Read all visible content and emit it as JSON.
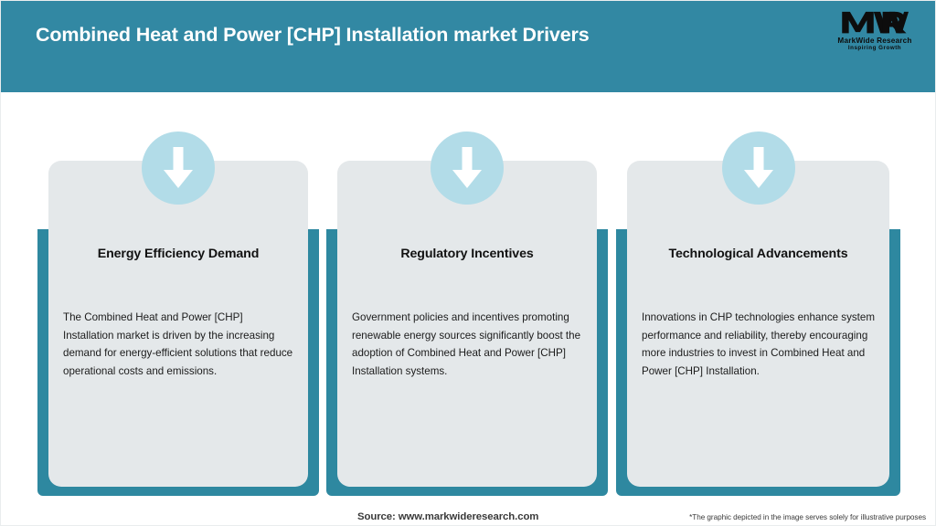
{
  "header": {
    "title": "Combined Heat and Power [CHP] Installation market Drivers",
    "background_color": "#3288a3",
    "title_color": "#ffffff"
  },
  "logo": {
    "mark_text": "MWR",
    "company_name": "MarkWide Research",
    "tagline": "Inspiring Growth",
    "icon": "mwr-logo-icon"
  },
  "theme": {
    "accent_teal": "#2e88a0",
    "card_background": "#e4e8ea",
    "circle_blue": "#b2dce8",
    "arrow_white": "#ffffff",
    "page_background": "#ffffff"
  },
  "cards": [
    {
      "title": "Energy Efficiency Demand",
      "body": "The Combined Heat and Power [CHP] Installation market is driven by the increasing demand for energy-efficient solutions that reduce operational costs and emissions.",
      "icon": "arrow-down-icon"
    },
    {
      "title": "Regulatory Incentives",
      "body": "Government policies and incentives promoting renewable energy sources significantly boost the adoption of Combined Heat and Power [CHP] Installation systems.",
      "icon": "arrow-down-icon"
    },
    {
      "title": "Technological Advancements",
      "body": "Innovations in CHP technologies enhance system performance and reliability, thereby encouraging more industries to invest in Combined Heat and Power [CHP] Installation.",
      "icon": "arrow-down-icon"
    }
  ],
  "footer": {
    "source": "Source: www.markwideresearch.com",
    "disclaimer": "*The graphic depicted in the image serves solely for illustrative purposes"
  }
}
